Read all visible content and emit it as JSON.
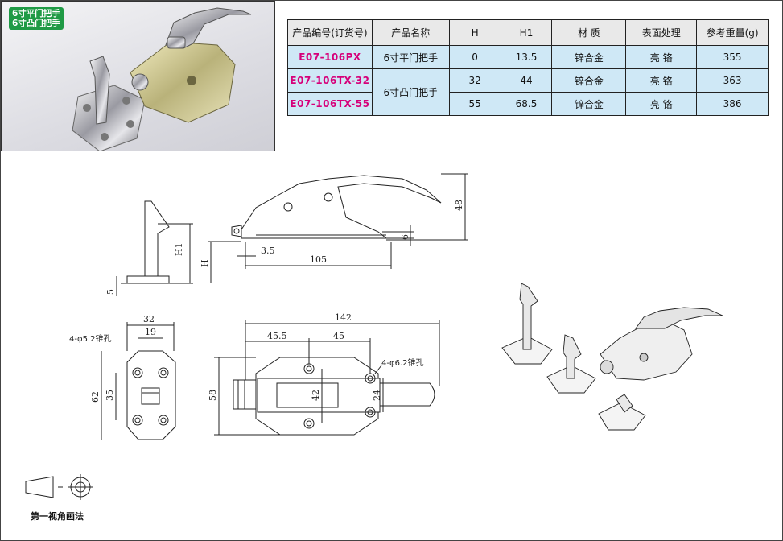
{
  "photo": {
    "tag_lines": [
      "6寸平门把手",
      "6寸凸门把手"
    ]
  },
  "spec_table": {
    "headers": [
      "产品编号(订货号)",
      "产品名称",
      "H",
      "H1",
      "材  质",
      "表面处理",
      "参考重量(g)"
    ],
    "rows": [
      {
        "code": "E07-106PX",
        "name": "6寸平门把手",
        "H": "0",
        "H1": "13.5",
        "material": "锌合金",
        "finish": "亮  铬",
        "weight": "355"
      },
      {
        "code": "E07-106TX-32",
        "name": "6寸凸门把手",
        "H": "32",
        "H1": "44",
        "material": "锌合金",
        "finish": "亮  铬",
        "weight": "363"
      },
      {
        "code": "E07-106TX-55",
        "name": "",
        "H": "55",
        "H1": "68.5",
        "material": "锌合金",
        "finish": "亮  铬",
        "weight": "386"
      }
    ]
  },
  "dimensions": {
    "side_h1": "H1",
    "side_h": "H",
    "side_5": "5",
    "side_3_5": "3.5",
    "side_105": "105",
    "side_48": "48",
    "side_6": "6",
    "plate_32": "32",
    "plate_19": "19",
    "plate_62": "62",
    "plate_35": "35",
    "plate_hole": "4-φ5.2锥孔",
    "top_142": "142",
    "top_45_5": "45.5",
    "top_45": "45",
    "top_58": "58",
    "top_42": "42",
    "top_24": "24",
    "top_hole": "4-φ6.2锥孔"
  },
  "projection_label": "第一视角画法",
  "colors": {
    "code_text": "#d6007a",
    "table_cell": "#cfe8f6",
    "header_cell": "#e9e9e9",
    "tag_bg": "#1f9a45"
  }
}
